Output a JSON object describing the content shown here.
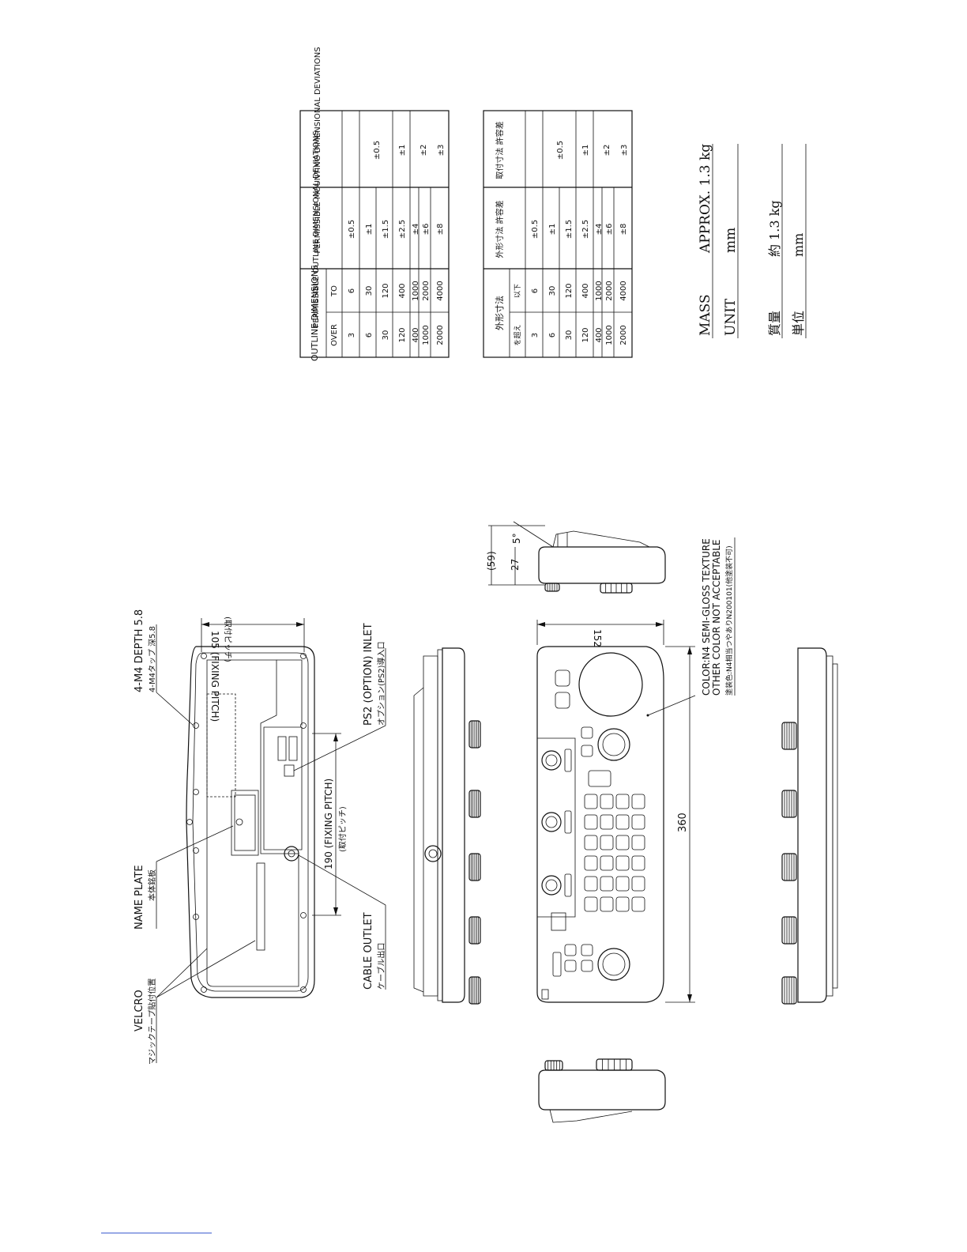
{
  "en_table": {
    "h_outline": "OUTLINE DIMENSIONS",
    "h_over": "OVER",
    "h_to": "TO",
    "h_outline_dev": "PERMISSIBLE OUTLINE DIMENSIONAL DEVIATIONS",
    "h_mount_dev": "PERMISSIBLE MOUNTING DIMENSIONAL DEVIATIONS",
    "rows": [
      {
        "over": "3",
        "to": "6",
        "outline": "±0.5"
      },
      {
        "over": "6",
        "to": "30",
        "outline": "±1"
      },
      {
        "over": "30",
        "to": "120",
        "outline": "±1.5"
      },
      {
        "over": "120",
        "to": "400",
        "outline": "±2.5"
      },
      {
        "over": "400",
        "to": "1000",
        "outline": "±4"
      },
      {
        "over": "1000",
        "to": "2000",
        "outline": "±6"
      },
      {
        "over": "2000",
        "to": "4000",
        "outline": "±8"
      }
    ],
    "mount": [
      "±0.5",
      "±1",
      "±2",
      "±3"
    ]
  },
  "jp_table": {
    "h_outline": "外形寸法",
    "h_over": "を超え",
    "h_to": "以下",
    "h_outline_dev": "外形寸法 許容差",
    "h_mount_dev": "取付寸法 許容差",
    "rows": [
      {
        "over": "3",
        "to": "6",
        "outline": "±0.5"
      },
      {
        "over": "6",
        "to": "30",
        "outline": "±1"
      },
      {
        "over": "30",
        "to": "120",
        "outline": "±1.5"
      },
      {
        "over": "120",
        "to": "400",
        "outline": "±2.5"
      },
      {
        "over": "400",
        "to": "1000",
        "outline": "±4"
      },
      {
        "over": "1000",
        "to": "2000",
        "outline": "±6"
      },
      {
        "over": "2000",
        "to": "4000",
        "outline": "±8"
      }
    ],
    "mount": [
      "±0.5",
      "±1",
      "±2",
      "±3"
    ]
  },
  "mass": {
    "label": "MASS",
    "value": "APPROX. 1.3 kg",
    "unit_label": "UNIT",
    "unit_value": "mm",
    "jp_label": "質量",
    "jp_value": "約 1.3 kg",
    "jp_unit_label": "単位",
    "jp_unit_value": "mm"
  },
  "callouts": {
    "velcro": "VELCRO",
    "velcro_jp": "マジックテープ貼付位置",
    "name_plate": "NAME PLATE",
    "name_plate_jp": "本体銘板",
    "tap": "4-M4 DEPTH 5.8",
    "tap_jp": "4-M4タップ 深5.8",
    "cable_outlet": "CABLE OUTLET",
    "cable_outlet_jp": "ケーブル出口",
    "ps2": "PS2 (OPTION) INLET",
    "ps2_jp": "オプション(PS2)導入口",
    "fixing_190": "190 (FIXING PITCH)",
    "fixing_190_jp": "(取付ピッチ)",
    "fixing_105": "105 (FIXING PITCH)",
    "fixing_105_jp": "(取付ピッチ)",
    "color": "COLOR:N4 SEMI-GLOSS TEXTURE",
    "color2": "OTHER COLOR NOT ACCEPTABLE",
    "color_jp": "塗装色:N4相当つやありN200101(他塗装不可)"
  },
  "dims": {
    "width": "360",
    "depth": "152",
    "height": "(59)",
    "h27": "27",
    "angle": "5°"
  }
}
